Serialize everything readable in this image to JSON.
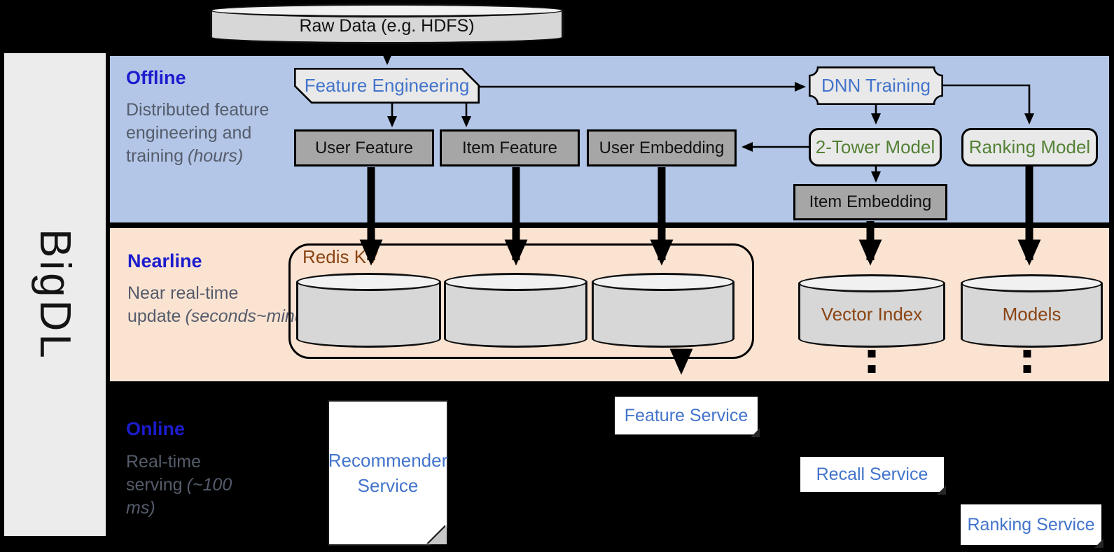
{
  "brand": {
    "label": "BigDL"
  },
  "source": {
    "raw_data_label": "Raw Data (e.g. HDFS)"
  },
  "offline": {
    "title": "Offline",
    "desc": "Distributed feature engineering and training",
    "desc_italic": "(hours)",
    "feature_engineering": "Feature Engineering",
    "dnn_training": "DNN Training",
    "user_feature": "User Feature",
    "item_feature": "Item Feature",
    "user_embedding": "User Embedding",
    "two_tower_model": "2-Tower Model",
    "ranking_model": "Ranking Model",
    "item_embedding": "Item Embedding"
  },
  "nearline": {
    "title": "Nearline",
    "desc": "Near real-time update",
    "desc_italic": "(seconds~minutes)",
    "redis_kv": "Redis KV",
    "vector_index": "Vector Index",
    "models": "Models"
  },
  "online": {
    "title": "Online",
    "desc": "Real-time serving",
    "desc_italic": "(~100 ms)",
    "recommender_service": "Recommender Service",
    "feature_service": "Feature Service",
    "recall_service": "Recall Service",
    "ranking_service": "Ranking Service"
  },
  "colors": {
    "offline_band": "#b3c6e7",
    "nearline_band": "#fbe3d2",
    "online_background": "#000000",
    "section_title_blue": "#1c1ccd",
    "node_text_blue": "#4374cc",
    "node_text_green": "#538135",
    "node_text_brown": "#8a4513",
    "dark_node_fill": "#a6a6a6",
    "light_node_fill": "#e9e9e9"
  }
}
